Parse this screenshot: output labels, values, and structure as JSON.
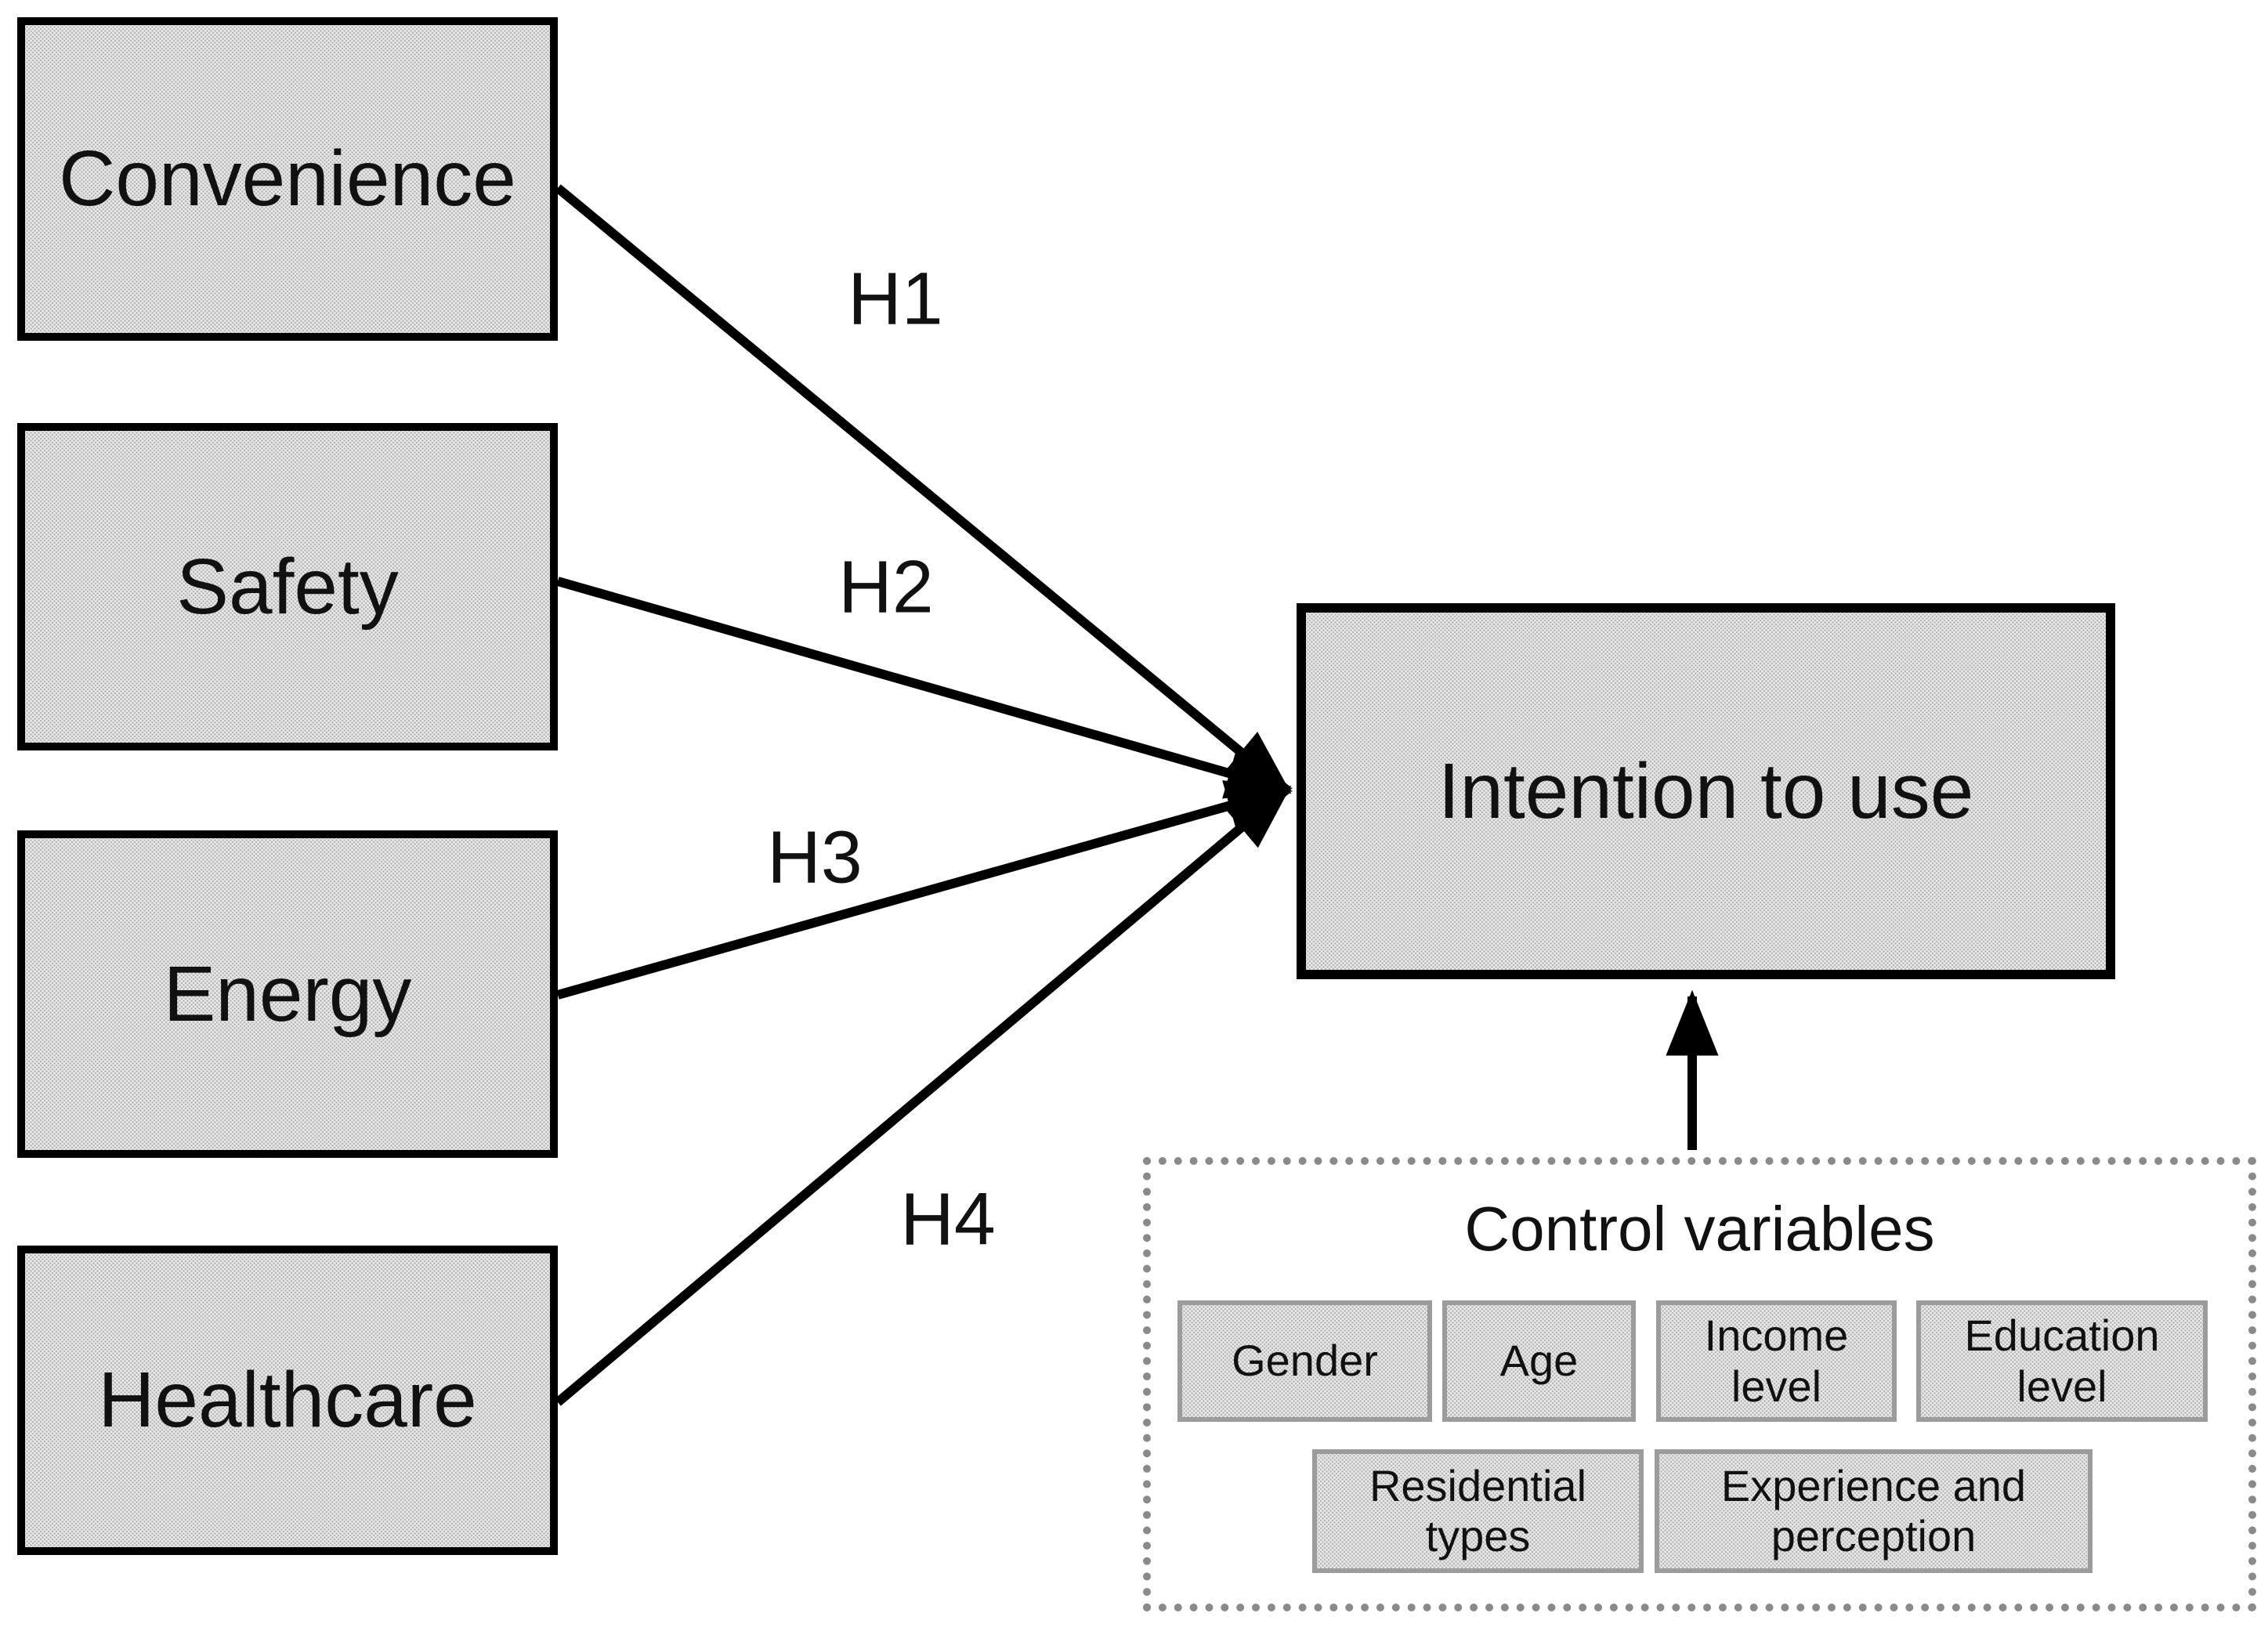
{
  "colors": {
    "box_fill": "#ececec",
    "box_dot": "#b5b5b5",
    "box_border": "#000000",
    "dashed_border": "#8a8a8a",
    "small_box_border": "#9c9c9c",
    "line": "#000000",
    "text": "#111111"
  },
  "predictors": [
    {
      "label": "Convenience"
    },
    {
      "label": "Safety"
    },
    {
      "label": "Energy"
    },
    {
      "label": "Healthcare"
    }
  ],
  "outcome": {
    "label": "Intention to use"
  },
  "hypotheses": [
    {
      "label": "H1"
    },
    {
      "label": "H2"
    },
    {
      "label": "H3"
    },
    {
      "label": "H4"
    }
  ],
  "controls": {
    "title": "Control variables",
    "row1": [
      "Gender",
      "Age",
      "Income level",
      "Education level"
    ],
    "row2": [
      "Residential types",
      "Experience and perception"
    ]
  }
}
